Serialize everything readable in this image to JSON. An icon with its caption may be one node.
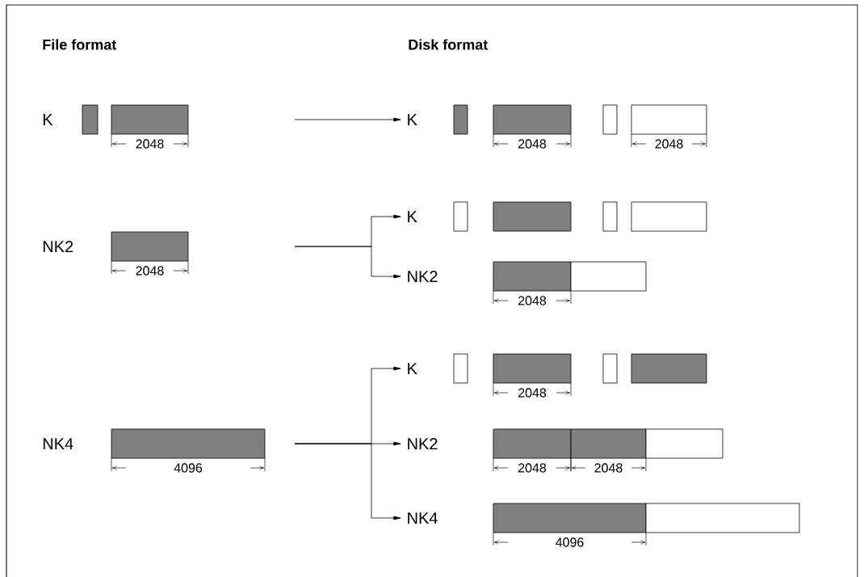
{
  "diagram": {
    "nodes": [
      {
        "text": [
          "K"
        ]
      },
      {
        "text": [
          "K"
        ]
      },
      {
        "text": [
          "NK2"
        ]
      },
      {
        "text": [
          "K"
        ]
      },
      {
        "text": [
          "NK2"
        ]
      },
      {
        "text": [
          "NK4"
        ]
      }
    ],
    "edges": [
      {
        "from": null,
        "to": 0,
        "arrow": "to"
      },
      {
        "from": null,
        "to": 1,
        "arrow": "to"
      },
      {
        "from": null,
        "to": 2,
        "arrow": "to"
      },
      {
        "from": null,
        "to": 3,
        "arrow": "to"
      },
      {
        "from": null,
        "to": 4,
        "arrow": "to"
      },
      {
        "from": null,
        "to": 5,
        "arrow": "to"
      }
    ],
    "labels": [
      "File format",
      "Disk format",
      "K",
      "2048",
      "2048",
      "2048",
      "NK2",
      "2048",
      "2048",
      "2048",
      "NK4",
      "4096",
      "2048",
      "2048",
      "4096"
    ]
  }
}
